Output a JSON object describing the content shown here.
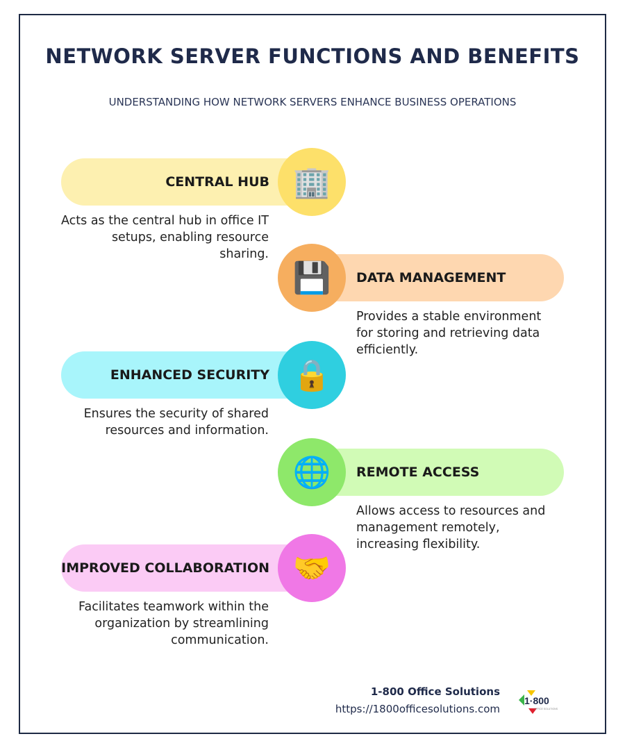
{
  "title": "NETWORK SERVER FUNCTIONS AND BENEFITS",
  "subtitle": "UNDERSTANDING HOW NETWORK SERVERS ENHANCE BUSINESS OPERATIONS",
  "items": [
    {
      "label": "CENTRAL HUB",
      "icon": "🏢",
      "icon_name": "office-building-icon",
      "description": "Acts as the central hub in office IT setups, enabling resource sharing.",
      "pill_color": "#fdf0b0",
      "circle_color": "#fde06a"
    },
    {
      "label": "DATA MANAGEMENT",
      "icon": "💾",
      "icon_name": "floppy-disk-icon",
      "description": "Provides a stable environment for storing and retrieving data efficiently.",
      "pill_color": "#fed7b0",
      "circle_color": "#f6ae5f"
    },
    {
      "label": "ENHANCED SECURITY",
      "icon": "🔒",
      "icon_name": "padlock-icon",
      "description": "Ensures the security of shared resources and information.",
      "pill_color": "#a8f5fb",
      "circle_color": "#2fcfe0"
    },
    {
      "label": "REMOTE ACCESS",
      "icon": "🌐",
      "icon_name": "globe-icon",
      "description": "Allows access to resources and management remotely, increasing flexibility.",
      "pill_color": "#d1fbb6",
      "circle_color": "#8ee86a"
    },
    {
      "label": "IMPROVED COLLABORATION",
      "icon": "🤝",
      "icon_name": "handshake-icon",
      "description": "Facilitates teamwork within the organization by streamlining communication.",
      "pill_color": "#fbcbf5",
      "circle_color": "#f078e6"
    }
  ],
  "footer": {
    "company": "1-800 Office Solutions",
    "url": "https://1800officesolutions.com",
    "logo_text": "1·800"
  }
}
